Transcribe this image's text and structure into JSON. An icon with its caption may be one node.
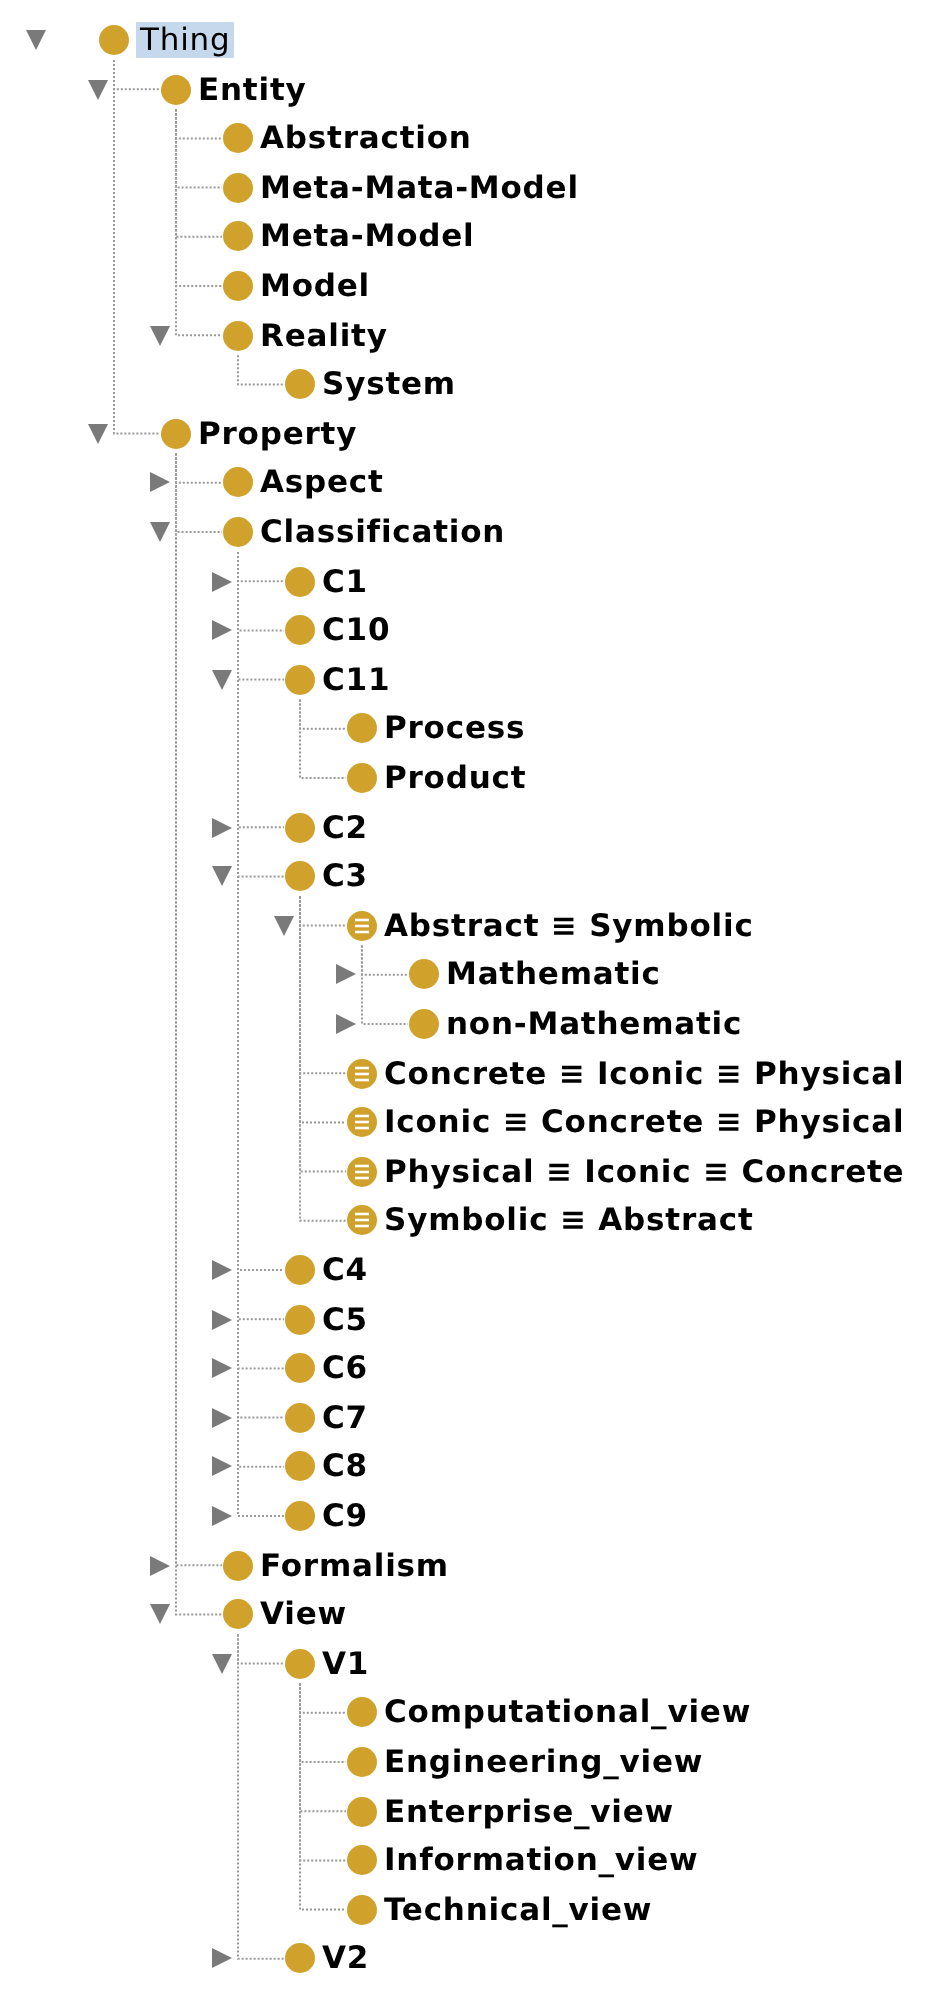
{
  "diagram": {
    "nodes": [
      {
        "text": [
          "Thing"
        ]
      },
      {
        "text": [
          "Entity"
        ]
      },
      {
        "text": [
          "Abstraction"
        ]
      },
      {
        "text": [
          "Meta-Mata-Model"
        ]
      },
      {
        "text": [
          "Meta-Model"
        ]
      },
      {
        "text": [
          "Model"
        ]
      },
      {
        "text": [
          "Reality"
        ]
      },
      {
        "text": [
          "System"
        ]
      },
      {
        "text": [
          "Property"
        ]
      },
      {
        "text": [
          "Aspect"
        ]
      },
      {
        "text": [
          "Classification"
        ]
      },
      {
        "text": [
          "C1"
        ]
      },
      {
        "text": [
          "C10"
        ]
      },
      {
        "text": [
          "C11"
        ]
      },
      {
        "text": [
          "Process"
        ]
      },
      {
        "text": [
          "Product"
        ]
      },
      {
        "text": [
          "C2"
        ]
      },
      {
        "text": [
          "C3"
        ]
      },
      {
        "text": [
          "Abstract ≡ Symbolic"
        ]
      },
      {
        "text": [
          "Mathematic"
        ]
      },
      {
        "text": [
          "non-Mathematic"
        ]
      },
      {
        "text": [
          "Concrete ≡ Iconic ≡ Physical"
        ]
      },
      {
        "text": [
          "Iconic ≡ Concrete ≡ Physical"
        ]
      },
      {
        "text": [
          "Physical ≡ Iconic ≡ Concrete"
        ]
      },
      {
        "text": [
          "Symbolic ≡ Abstract"
        ]
      },
      {
        "text": [
          "C4"
        ]
      },
      {
        "text": [
          "C5"
        ]
      },
      {
        "text": [
          "C6"
        ]
      },
      {
        "text": [
          "C7"
        ]
      },
      {
        "text": [
          "C8"
        ]
      },
      {
        "text": [
          "C9"
        ]
      },
      {
        "text": [
          "Formalism"
        ]
      },
      {
        "text": [
          "View"
        ]
      },
      {
        "text": [
          "V1"
        ]
      },
      {
        "text": [
          "Computational_view"
        ]
      },
      {
        "text": [
          "Engineering_view"
        ]
      },
      {
        "text": [
          "Enterprise_view"
        ]
      },
      {
        "text": [
          "Information_view"
        ]
      },
      {
        "text": [
          "Technical_view"
        ]
      },
      {
        "text": [
          "V2"
        ]
      }
    ],
    "edges": [
      {
        "from": 0,
        "to": 1,
        "arrow": "none"
      },
      {
        "from": 1,
        "to": 2,
        "arrow": "none"
      },
      {
        "from": 1,
        "to": 3,
        "arrow": "none"
      },
      {
        "from": 1,
        "to": 4,
        "arrow": "none"
      },
      {
        "from": 1,
        "to": 5,
        "arrow": "none"
      },
      {
        "from": 1,
        "to": 6,
        "arrow": "none"
      },
      {
        "from": 6,
        "to": 7,
        "arrow": "none"
      },
      {
        "from": 0,
        "to": 8,
        "arrow": "none"
      },
      {
        "from": 8,
        "to": 9,
        "arrow": "none"
      },
      {
        "from": 8,
        "to": 10,
        "arrow": "none"
      },
      {
        "from": 10,
        "to": 11,
        "arrow": "none"
      },
      {
        "from": 10,
        "to": 12,
        "arrow": "none"
      },
      {
        "from": 10,
        "to": 13,
        "arrow": "none"
      },
      {
        "from": 13,
        "to": 14,
        "arrow": "none"
      },
      {
        "from": 13,
        "to": 15,
        "arrow": "none"
      },
      {
        "from": 10,
        "to": 16,
        "arrow": "none"
      },
      {
        "from": 10,
        "to": 17,
        "arrow": "none"
      },
      {
        "from": 17,
        "to": 18,
        "arrow": "none"
      },
      {
        "from": 18,
        "to": 19,
        "arrow": "none"
      },
      {
        "from": 18,
        "to": 20,
        "arrow": "none"
      },
      {
        "from": 17,
        "to": 21,
        "arrow": "none"
      },
      {
        "from": 17,
        "to": 22,
        "arrow": "none"
      },
      {
        "from": 17,
        "to": 23,
        "arrow": "none"
      },
      {
        "from": 17,
        "to": 24,
        "arrow": "none"
      },
      {
        "from": 10,
        "to": 25,
        "arrow": "none"
      },
      {
        "from": 10,
        "to": 26,
        "arrow": "none"
      },
      {
        "from": 10,
        "to": 27,
        "arrow": "none"
      },
      {
        "from": 10,
        "to": 28,
        "arrow": "none"
      },
      {
        "from": 10,
        "to": 29,
        "arrow": "none"
      },
      {
        "from": 10,
        "to": 30,
        "arrow": "none"
      },
      {
        "from": 8,
        "to": 31,
        "arrow": "none"
      },
      {
        "from": 8,
        "to": 32,
        "arrow": "none"
      },
      {
        "from": 32,
        "to": 33,
        "arrow": "none"
      },
      {
        "from": 33,
        "to": 34,
        "arrow": "none"
      },
      {
        "from": 33,
        "to": 35,
        "arrow": "none"
      },
      {
        "from": 33,
        "to": 36,
        "arrow": "none"
      },
      {
        "from": 33,
        "to": 37,
        "arrow": "none"
      },
      {
        "from": 33,
        "to": 38,
        "arrow": "none"
      },
      {
        "from": 32,
        "to": 39,
        "arrow": "none"
      }
    ]
  }
}
